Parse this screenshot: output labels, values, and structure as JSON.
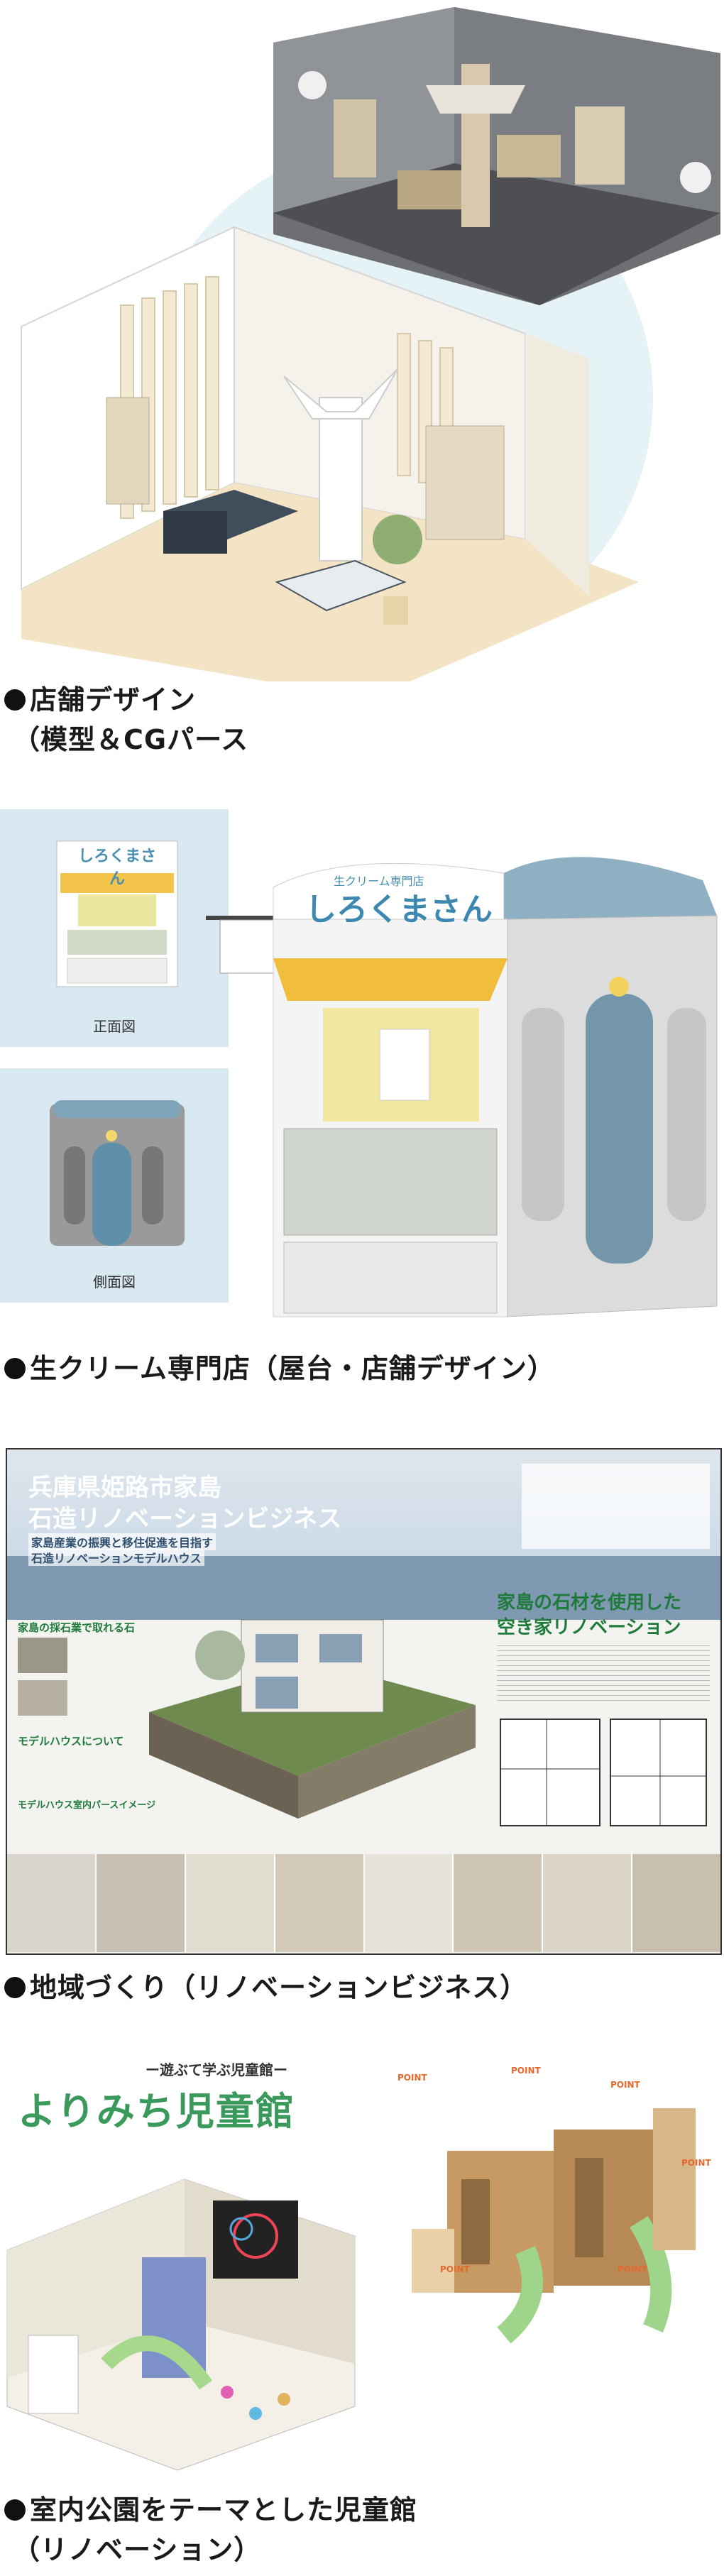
{
  "sections": [
    {
      "caption_line1": "店舗デザイン",
      "caption_line2": "（模型＆CGパース"
    },
    {
      "caption_line1": "生クリーム専門店（屋台・店舗デザイン）",
      "sign_top": "生クリーム専門店",
      "sign_main": "しろくまさん",
      "front_view": "正面図",
      "side_view": "側面図"
    },
    {
      "caption_line1": "地域づくり（リノベーションビジネス）",
      "poster_title_1": "兵庫県姫路市家島",
      "poster_title_2": "石造リノベーションビジネス",
      "poster_sub_1": "家島産業の振興と移住促進を目指す",
      "poster_sub_2": "石造リノベーションモデルハウス",
      "poster_head_right_1": "家島の石材を使用した",
      "poster_head_right_2": "空き家リノベーション",
      "poster_stone": "家島の採石業で取れる石",
      "poster_model": "モデルハウスについて",
      "poster_interior": "モデルハウス室内パースイメージ"
    },
    {
      "caption_line1": "室内公園をテーマとした児童館",
      "caption_line2": "（リノベーション）",
      "logo_sub": "ー遊ぶて学ぶ児童館ー",
      "logo_main": "よりみち児童館",
      "point_label": "POINT"
    }
  ]
}
